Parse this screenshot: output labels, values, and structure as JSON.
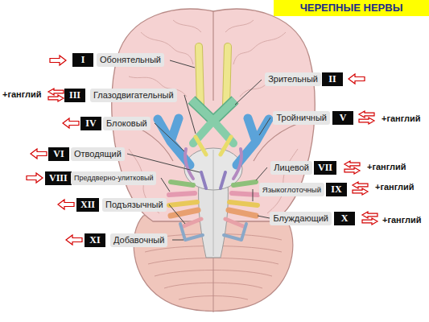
{
  "diagram": {
    "title": "ЧЕРЕПНЫЕ НЕРВЫ",
    "nodes": [
      {
        "text": [
          "I"
        ]
      },
      {
        "text": [
          "Обонятельный"
        ]
      },
      {
        "text": [
          "Зрительный"
        ]
      },
      {
        "text": [
          "II"
        ]
      },
      {
        "text": [
          "III"
        ]
      },
      {
        "text": [
          "Глазодвигательный"
        ]
      },
      {
        "text": [
          "Тройничный"
        ]
      },
      {
        "text": [
          "V"
        ]
      },
      {
        "text": [
          "IV"
        ]
      },
      {
        "text": [
          "Блоковый"
        ]
      },
      {
        "text": [
          "VI"
        ]
      },
      {
        "text": [
          "Отводящий"
        ]
      },
      {
        "text": [
          "Лицевой"
        ]
      },
      {
        "text": [
          "VII"
        ]
      },
      {
        "text": [
          "VIII"
        ]
      },
      {
        "text": [
          "Преддверно-улитковый"
        ]
      },
      {
        "text": [
          "Языкоглоточный"
        ]
      },
      {
        "text": [
          "IX"
        ]
      },
      {
        "text": [
          "XII"
        ]
      },
      {
        "text": [
          "Подъязычный"
        ]
      },
      {
        "text": [
          "Блуждающий"
        ]
      },
      {
        "text": [
          "X"
        ]
      },
      {
        "text": [
          "XI"
        ]
      },
      {
        "text": [
          "Добавочный"
        ]
      }
    ],
    "labels": [
      "+ганглий",
      "+ганглий",
      "+ганглий",
      "+ганглий",
      "+ганглий"
    ]
  }
}
